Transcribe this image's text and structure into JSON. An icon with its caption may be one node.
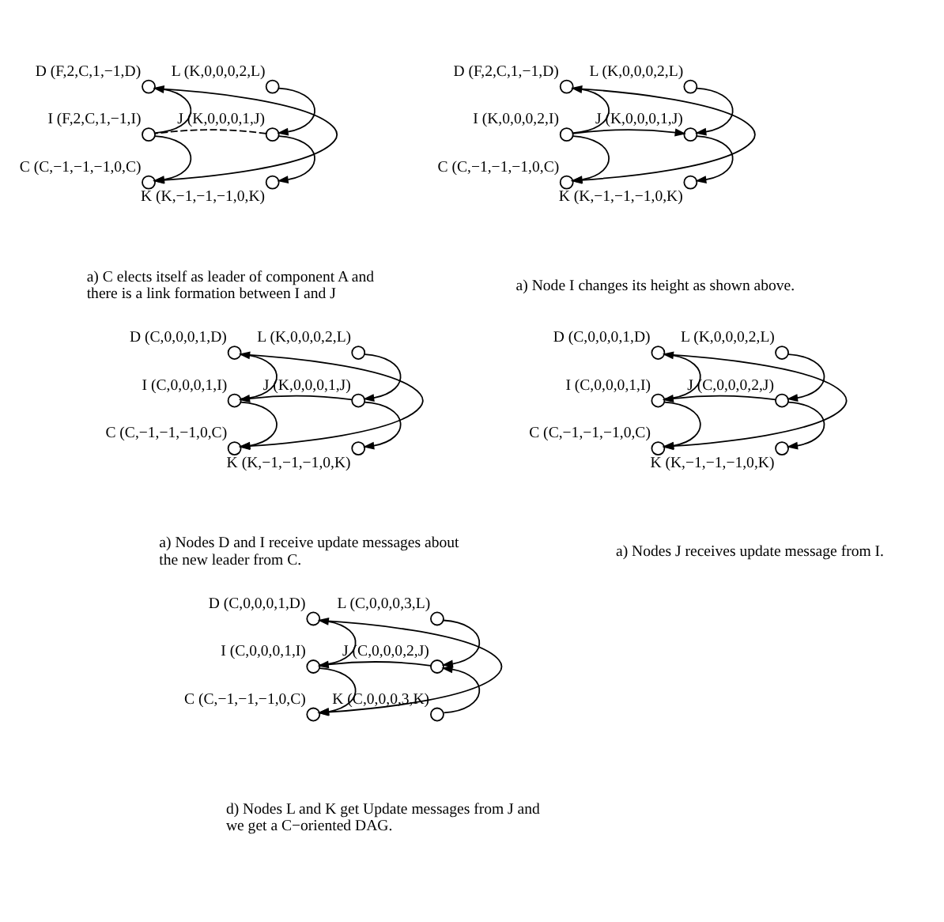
{
  "diagram": {
    "nodes": [
      {
        "text": [],
        "shape": "circle",
        "beside": [
          "D (F,2,C,1,−1,D)"
        ]
      },
      {
        "text": [],
        "shape": "circle",
        "beside": [
          "L (K,0,0,0,2,L)"
        ]
      },
      {
        "text": [],
        "shape": "circle",
        "beside": [
          "J (K,0,0,0,1,J)"
        ]
      },
      {
        "text": [],
        "shape": "circle",
        "beside": [
          "I (F,2,C,1,−1,I)"
        ]
      },
      {
        "text": [],
        "shape": "circle",
        "beside": [
          "C (C,−1,−1,−1,0,C)"
        ]
      },
      {
        "text": [],
        "shape": "circle",
        "beside": [
          "K (K,−1,−1,−1,0,K)"
        ]
      },
      {
        "text": [],
        "shape": "circle",
        "beside": [
          "D (F,2,C,1,−1,D)"
        ]
      },
      {
        "text": [],
        "shape": "circle",
        "beside": [
          "L (K,0,0,0,2,L)"
        ]
      },
      {
        "text": [],
        "shape": "circle",
        "beside": [
          "J (K,0,0,0,1,J)"
        ]
      },
      {
        "text": [],
        "shape": "circle",
        "beside": [
          "I (K,0,0,0,2,I)"
        ]
      },
      {
        "text": [],
        "shape": "circle",
        "beside": [
          "C (C,−1,−1,−1,0,C)"
        ]
      },
      {
        "text": [],
        "shape": "circle",
        "beside": [
          "K (K,−1,−1,−1,0,K)"
        ]
      },
      {
        "text": [],
        "shape": "circle",
        "beside": [
          "D (C,0,0,0,1,D)"
        ]
      },
      {
        "text": [],
        "shape": "circle",
        "beside": [
          "L (K,0,0,0,2,L)"
        ]
      },
      {
        "text": [],
        "shape": "circle",
        "beside": [
          "J (K,0,0,0,1,J)"
        ]
      },
      {
        "text": [],
        "shape": "circle",
        "beside": [
          "I (C,0,0,0,1,I)"
        ]
      },
      {
        "text": [],
        "shape": "circle",
        "beside": [
          "C (C,−1,−1,−1,0,C)"
        ]
      },
      {
        "text": [],
        "shape": "circle",
        "beside": [
          "K (K,−1,−1,−1,0,K)"
        ]
      },
      {
        "text": [],
        "shape": "circle",
        "beside": [
          "D (C,0,0,0,1,D)"
        ]
      },
      {
        "text": [],
        "shape": "circle",
        "beside": [
          "L (K,0,0,0,2,L)"
        ]
      },
      {
        "text": [],
        "shape": "circle",
        "beside": [
          "J (C,0,0,0,2,J)"
        ]
      },
      {
        "text": [],
        "shape": "circle",
        "beside": [
          "I (C,0,0,0,1,I)"
        ]
      },
      {
        "text": [],
        "shape": "circle",
        "beside": [
          "C (C,−1,−1,−1,0,C)"
        ]
      },
      {
        "text": [],
        "shape": "circle",
        "beside": [
          "K (K,−1,−1,−1,0,K)"
        ]
      },
      {
        "text": [],
        "shape": "circle",
        "beside": [
          "D (C,0,0,0,1,D)"
        ]
      },
      {
        "text": [],
        "shape": "circle",
        "beside": [
          "L (C,0,0,0,3,L)"
        ]
      },
      {
        "text": [],
        "shape": "circle",
        "beside": [
          "J (C,0,0,0,2,J)"
        ]
      },
      {
        "text": [],
        "shape": "circle",
        "beside": [
          "I (C,0,0,0,1,I)"
        ]
      },
      {
        "text": [],
        "shape": "circle",
        "beside": [
          "C (C,−1,−1,−1,0,C)"
        ]
      },
      {
        "text": [],
        "shape": "circle",
        "beside": [
          "K (C,0,0,0,3,K)"
        ]
      }
    ],
    "edges": [
      {
        "from": 3,
        "to": 0,
        "arrow": "to"
      },
      {
        "from": 0,
        "to": 4,
        "arrow": "to"
      },
      {
        "from": 3,
        "to": 4,
        "arrow": "to"
      },
      {
        "from": 2,
        "to": 3,
        "arrow": "none",
        "style": "dashed"
      },
      {
        "from": 1,
        "to": 2,
        "arrow": "to"
      },
      {
        "from": 2,
        "to": 5,
        "arrow": "to"
      },
      {
        "from": 9,
        "to": 6,
        "arrow": "to"
      },
      {
        "from": 6,
        "to": 10,
        "arrow": "to"
      },
      {
        "from": 9,
        "to": 10,
        "arrow": "to"
      },
      {
        "from": 9,
        "to": 8,
        "arrow": "to"
      },
      {
        "from": 7,
        "to": 8,
        "arrow": "to"
      },
      {
        "from": 8,
        "to": 11,
        "arrow": "to"
      },
      {
        "from": 15,
        "to": 12,
        "arrow": "to"
      },
      {
        "from": 12,
        "to": 16,
        "arrow": "to"
      },
      {
        "from": 15,
        "to": 16,
        "arrow": "to"
      },
      {
        "from": 14,
        "to": 15,
        "arrow": "to"
      },
      {
        "from": 13,
        "to": 14,
        "arrow": "to"
      },
      {
        "from": 14,
        "to": 17,
        "arrow": "to"
      },
      {
        "from": 21,
        "to": 18,
        "arrow": "to"
      },
      {
        "from": 18,
        "to": 22,
        "arrow": "to"
      },
      {
        "from": 21,
        "to": 22,
        "arrow": "to"
      },
      {
        "from": 20,
        "to": 21,
        "arrow": "to"
      },
      {
        "from": 19,
        "to": 20,
        "arrow": "to"
      },
      {
        "from": 20,
        "to": 23,
        "arrow": "to"
      },
      {
        "from": 27,
        "to": 24,
        "arrow": "to"
      },
      {
        "from": 24,
        "to": 28,
        "arrow": "to"
      },
      {
        "from": 27,
        "to": 28,
        "arrow": "to"
      },
      {
        "from": 26,
        "to": 27,
        "arrow": "to"
      },
      {
        "from": 25,
        "to": 26,
        "arrow": "to"
      },
      {
        "from": 29,
        "to": 26,
        "arrow": "to"
      }
    ],
    "labels": [
      "a) C elects itself as leader of component A and there is a link formation between I and J",
      "a) Node I changes its height as shown above.",
      "a) Nodes D and I receive update messages about the new leader from C.",
      "a) Nodes J receives update message from I.",
      "d) Nodes L and K get Update messages from J and we get a C−oriented DAG."
    ]
  }
}
